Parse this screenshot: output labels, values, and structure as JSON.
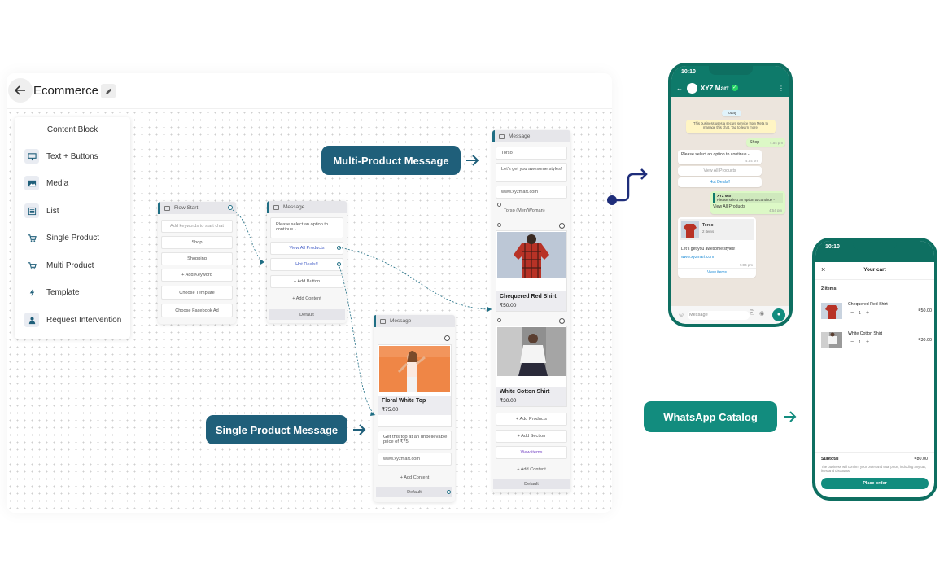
{
  "builder": {
    "title": "Ecommerce",
    "content_block": {
      "title": "Content Block",
      "items": [
        {
          "label": "Text + Buttons",
          "icon": "text-buttons-icon"
        },
        {
          "label": "Media",
          "icon": "image-icon"
        },
        {
          "label": "List",
          "icon": "list-icon"
        },
        {
          "label": "Single Product",
          "icon": "cart-icon"
        },
        {
          "label": "Multi Product",
          "icon": "cart-icon"
        },
        {
          "label": "Template",
          "icon": "bolt-icon"
        },
        {
          "label": "Request Intervention",
          "icon": "agent-icon"
        }
      ]
    },
    "flow_start": {
      "title": "Flow Start",
      "placeholder": "Add keywords to start chat",
      "keywords": [
        "Shop",
        "Shopping"
      ],
      "add_keyword": "+ Add Keyword",
      "choose_template": "Choose Template",
      "choose_ad": "Choose Facebook Ad"
    },
    "message_1": {
      "title": "Message",
      "text": "Please select an option to continue -",
      "buttons": [
        "View All Products",
        "Hot Deals!!"
      ],
      "add_button": "+ Add Button",
      "add_content": "+ Add Content",
      "default": "Default"
    },
    "message_single": {
      "title": "Message",
      "product_name": "Floral White Top",
      "product_price": "₹75.00",
      "body": "Get this top at an unbelievable price of ₹75",
      "link": "www.xyzmart.com",
      "add_content": "+ Add Content",
      "default": "Default"
    },
    "message_multi": {
      "title": "Message",
      "header": "Torso",
      "body": "Let's get you awesome styles!",
      "link": "www.xyzmart.com",
      "section": "Torso (Men/Woman)",
      "products": [
        {
          "name": "Chequered Red Shirt",
          "price": "₹50.00"
        },
        {
          "name": "White Cotton Shirt",
          "price": "₹30.00"
        }
      ],
      "add_products": "+ Add Products",
      "add_section": "+ Add Section",
      "view_items": "View items",
      "add_content": "+ Add Content",
      "default": "Default"
    }
  },
  "labels": {
    "multi": "Multi-Product Message",
    "single": "Single Product Message",
    "catalog": "WhatsApp Catalog"
  },
  "chat": {
    "time": "10:10",
    "contact": "XYZ Mart",
    "day": "Today",
    "notice": "This business uses a secure service from Meta to manage this chat. Tap to learn more.",
    "shop_msg": "Shop",
    "shop_time": "4:54 pm",
    "prompt": "Please select an option to continue -",
    "prompt_time": "4:54 pm",
    "btn_all": "View All Products",
    "btn_hot": "Hot Deals!!",
    "quote_name": "XYZ Mart",
    "quote_text": "Please select an option to continue -",
    "reply": "View All Products",
    "reply_time": "4:54 pm",
    "catalog_title": "Torso",
    "catalog_count": "2 items",
    "catalog_body": "Let's get you awesome styles!",
    "catalog_link": "www.xyzmart.com",
    "catalog_time": "5:04 pm",
    "view_items": "View items",
    "input_placeholder": "Message"
  },
  "cart": {
    "time": "10:10",
    "title": "Your cart",
    "count": "2 items",
    "items": [
      {
        "name": "Chequered Red Shirt",
        "qty": "1",
        "price": "₹50.00"
      },
      {
        "name": "White Cotton Shirt",
        "qty": "1",
        "price": "₹30.00"
      }
    ],
    "subtotal_label": "Subtotal",
    "subtotal": "₹80.00",
    "note": "The business will confirm your order and total price, including any tax, fees and discounts.",
    "place_order": "Place order"
  },
  "colors": {
    "teal_dark": "#1f5f7a",
    "wa_green": "#128c7e",
    "navy_connector": "#1e2d7a"
  }
}
